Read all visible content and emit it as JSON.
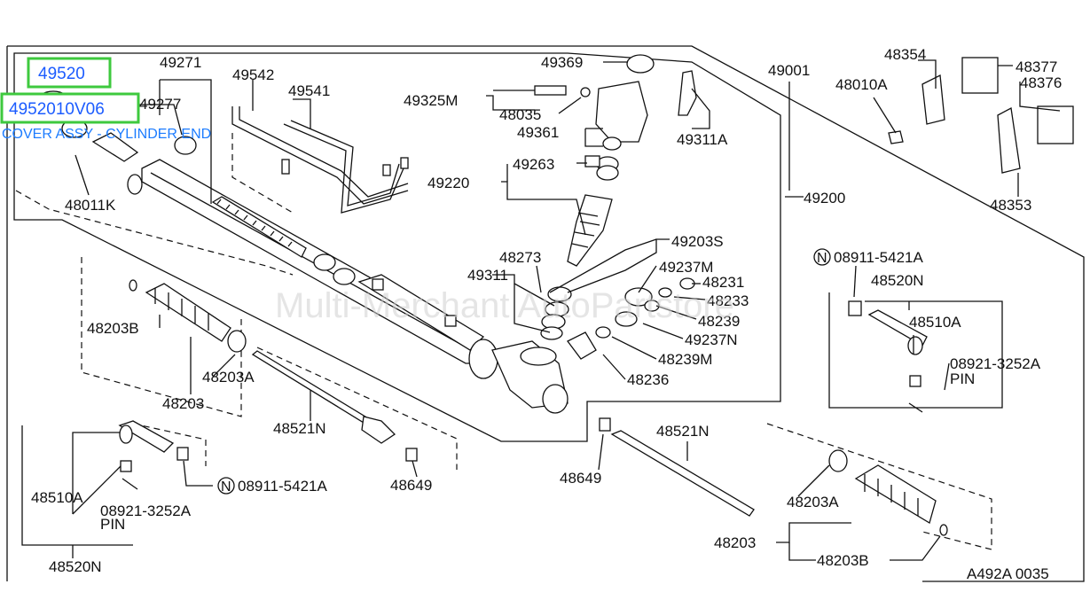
{
  "watermark": "Multi-Merchant AutoPartstore",
  "diagram_code": "A492A 0035",
  "highlight": {
    "part_number": "49520",
    "oem_number": "4952010V06",
    "description": "COVER ASSY - CYLINDER END"
  },
  "labels": {
    "p49271": "49271",
    "p49277": "49277",
    "p48011k": "48011K",
    "p49542": "49542",
    "p49541": "49541",
    "p49369": "49369",
    "p49325m": "49325M",
    "p48035": "48035",
    "p49361": "49361",
    "p49311a": "49311A",
    "p49263": "49263",
    "p49220": "49220",
    "p49001": "49001",
    "p49200": "49200",
    "p48354": "48354",
    "p48010a": "48010A",
    "p48377": "48377",
    "p48376": "48376",
    "p48353": "48353",
    "p49203s": "49203S",
    "p48273": "48273",
    "p49237m": "49237M",
    "p48231": "48231",
    "p49311": "49311",
    "p48233": "48233",
    "p48239": "48239",
    "p49237n": "49237N",
    "p48239m": "48239M",
    "p48236": "48236",
    "p48203b": "48203B",
    "p48203a": "48203A",
    "p48203": "48203",
    "p48521n": "48521N",
    "p48649": "48649",
    "nut_r": "08911-5421A",
    "p48520n_r": "48520N",
    "p48510a_r": "48510A",
    "pin_r": "08921-3252A",
    "pin_word_r": "PIN",
    "p48649_r": "48649",
    "p48521n_r": "48521N",
    "p48203a_r": "48203A",
    "p48203_r": "48203",
    "p48203b_r": "48203B",
    "nut_l": "08911-5421A",
    "p48510a_l": "48510A",
    "pin_l": "08921-3252A",
    "pin_word_l": "PIN",
    "p48520n_l": "48520N",
    "circle_n": "N"
  }
}
